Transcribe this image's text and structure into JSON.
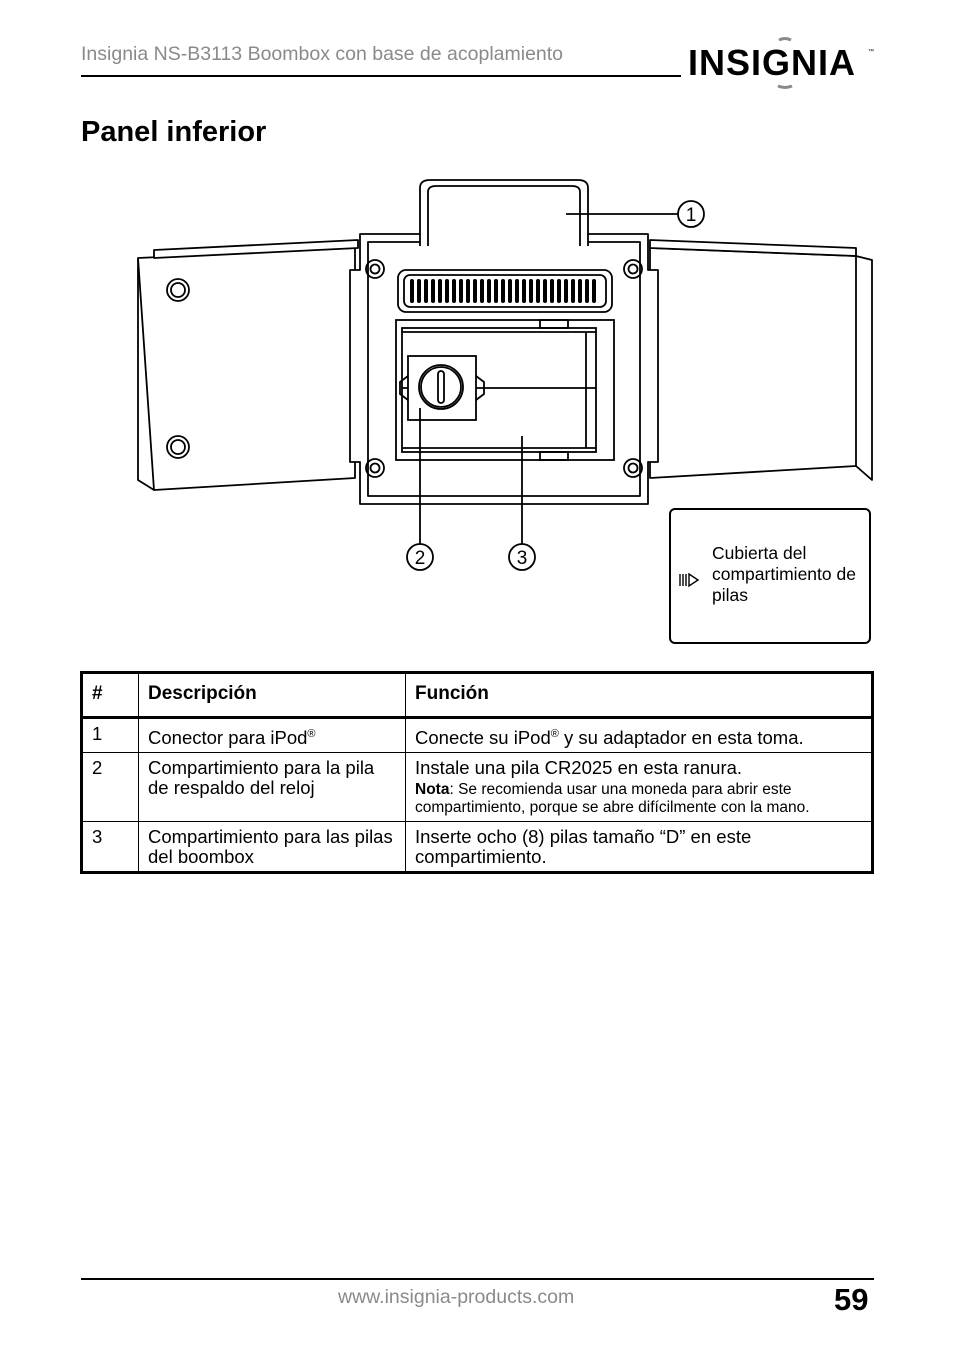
{
  "header": {
    "title": "Insignia NS-B3113 Boombox con base de acoplamiento",
    "logo": "INSIGNIA",
    "logo_tm": "™"
  },
  "heading": "Panel inferior",
  "diagram": {
    "callouts": [
      "1",
      "2",
      "3"
    ]
  },
  "legend": {
    "icon": "arrow-pointer-icon",
    "text": "Cubierta del compartimiento de pilas"
  },
  "table": {
    "headers": [
      "#",
      "Descripción",
      "Función"
    ],
    "rows": [
      {
        "num": "1",
        "desc": "Conector para iPod",
        "desc_sup": "®",
        "func_pre": "Conecte su iPod",
        "func_sup": "®",
        "func_post": " y su adaptador en esta toma."
      },
      {
        "num": "2",
        "desc": "Compartimiento para la pila de respaldo del reloj",
        "func": "Instale una pila CR2025 en esta ranura.",
        "note_label": "Nota",
        "note_text": ": Se recomienda usar una moneda para abrir este compartimiento, porque se abre difícilmente con la mano."
      },
      {
        "num": "3",
        "desc": "Compartimiento para las pilas del boombox",
        "func": "Inserte ocho (8) pilas tamaño “D” en este compartimiento."
      }
    ]
  },
  "footer": {
    "url": "www.insignia-products.com",
    "page": "59"
  }
}
